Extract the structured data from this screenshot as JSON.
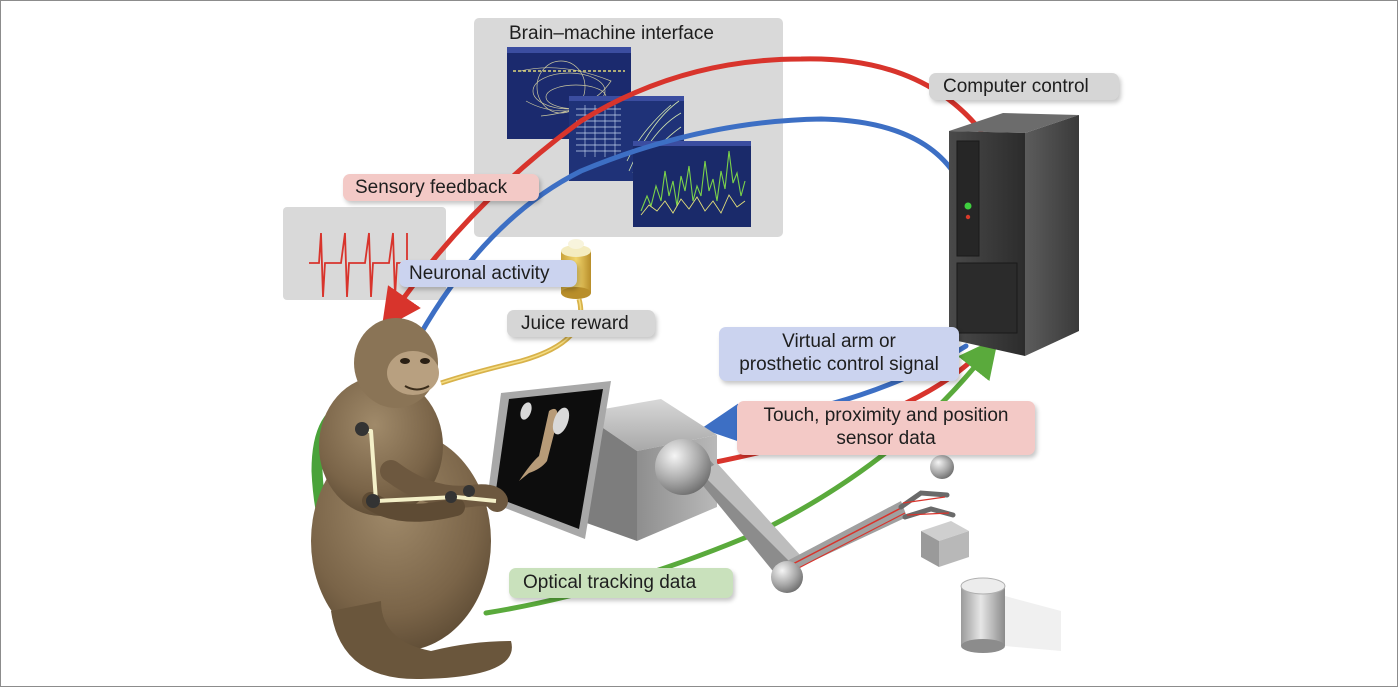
{
  "labels": {
    "brain_machine_interface": "Brain–machine interface",
    "computer_control": "Computer control",
    "sensory_feedback": "Sensory feedback",
    "neuronal_activity": "Neuronal activity",
    "juice_reward": "Juice reward",
    "virtual_arm_line1": "Virtual arm or",
    "virtual_arm_line2": "prosthetic control signal",
    "touch_line1": "Touch, proximity and position",
    "touch_line2": "sensor data",
    "optical_tracking": "Optical tracking data"
  },
  "colors": {
    "sensory_pathway": "#d8342c",
    "neural_pathway": "#3d6fc4",
    "tracking_pathway": "#5aaa3c",
    "label_red_bg": "#f3c9c6",
    "label_blue_bg": "#cbd3ef",
    "label_green_bg": "#c9e1bc",
    "label_gray_bg": "#d6d6d6",
    "panel_gray_bg": "#d9d9d9"
  },
  "icons": [
    "monkey",
    "chair-harness",
    "computer-tower",
    "monitor",
    "robotic-arm",
    "juice-dispenser",
    "cylinder-object",
    "spike-train"
  ]
}
